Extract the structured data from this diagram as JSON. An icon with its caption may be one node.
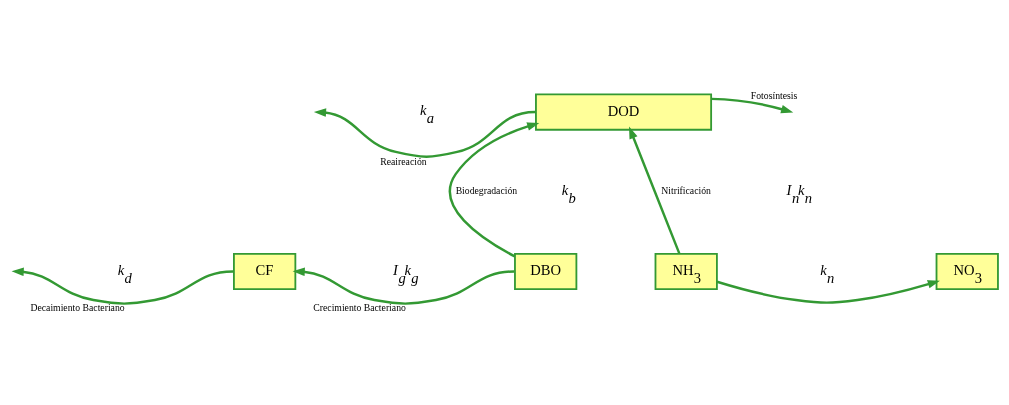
{
  "diagram": {
    "nodes": [
      {
        "text": [
          "DOD"
        ]
      },
      {
        "text": [
          "CF"
        ]
      },
      {
        "text": [
          "DBO"
        ]
      },
      {
        "text": [
          "NH$_{3}$"
        ]
      },
      {
        "text": [
          "NO$_{3}$"
        ]
      }
    ],
    "edges": [
      {
        "from": 0,
        "to": null,
        "arrow": "to",
        "label": "Reaireación"
      },
      {
        "from": 0,
        "to": null,
        "arrow": "to",
        "label": "Fotosíntesis"
      },
      {
        "from": 2,
        "to": 0,
        "arrow": "to",
        "label": "Biodegradación"
      },
      {
        "from": 3,
        "to": 0,
        "arrow": "to",
        "label": "Nitrificación"
      },
      {
        "from": 2,
        "to": 1,
        "arrow": "to",
        "label": "Crecimiento Bacteriano"
      },
      {
        "from": 1,
        "to": null,
        "arrow": "to",
        "label": "Decaimiento Bacteriano"
      },
      {
        "from": 3,
        "to": 4,
        "arrow": "to"
      }
    ],
    "labels": [
      "k$_{a}$",
      "k$_{b}$",
      "I$_{n}$k$_{n}$",
      "k$_{d}$",
      "I$_{g}$k$_{g}$",
      "k$_{n}$"
    ]
  }
}
